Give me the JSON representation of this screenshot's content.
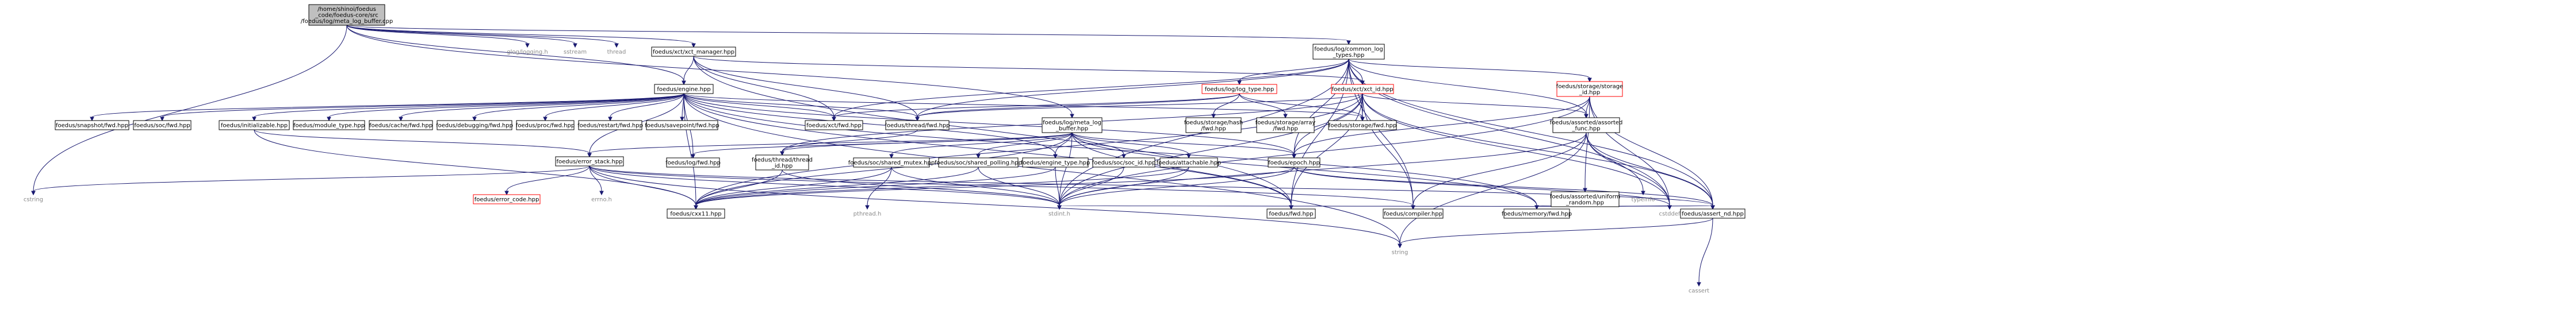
{
  "graph": {
    "nodes": [
      {
        "id": "root",
        "lines": [
          "/home/shinoi/foedus",
          "_code/foedus-core/src",
          "/foedus/log/meta_log_buffer.cpp"
        ],
        "style": "root"
      },
      {
        "id": "glog",
        "lines": [
          "glog/logging.h"
        ],
        "style": "plain"
      },
      {
        "id": "sstream",
        "lines": [
          "sstream"
        ],
        "style": "plain"
      },
      {
        "id": "thread",
        "lines": [
          "thread"
        ],
        "style": "plain"
      },
      {
        "id": "xct_manager",
        "lines": [
          "foedus/xct/xct_manager.hpp"
        ],
        "style": "normal"
      },
      {
        "id": "common_log_types",
        "lines": [
          "foedus/log/common_log",
          "_types.hpp"
        ],
        "style": "normal"
      },
      {
        "id": "engine",
        "lines": [
          "foedus/engine.hpp"
        ],
        "style": "normal"
      },
      {
        "id": "log_type",
        "lines": [
          "foedus/log/log_type.hpp"
        ],
        "style": "red"
      },
      {
        "id": "xct_id",
        "lines": [
          "foedus/xct/xct_id.hpp"
        ],
        "style": "red"
      },
      {
        "id": "storage_id",
        "lines": [
          "foedus/storage/storage",
          "_id.hpp"
        ],
        "style": "red"
      },
      {
        "id": "snapshot_fwd",
        "lines": [
          "foedus/snapshot/fwd.hpp"
        ],
        "style": "normal"
      },
      {
        "id": "soc_fwd",
        "lines": [
          "foedus/soc/fwd.hpp"
        ],
        "style": "normal"
      },
      {
        "id": "initializable",
        "lines": [
          "foedus/initializable.hpp"
        ],
        "style": "normal"
      },
      {
        "id": "module_type",
        "lines": [
          "foedus/module_type.hpp"
        ],
        "style": "normal"
      },
      {
        "id": "cache_fwd",
        "lines": [
          "foedus/cache/fwd.hpp"
        ],
        "style": "normal"
      },
      {
        "id": "debugging_fwd",
        "lines": [
          "foedus/debugging/fwd.hpp"
        ],
        "style": "normal"
      },
      {
        "id": "proc_fwd",
        "lines": [
          "foedus/proc/fwd.hpp"
        ],
        "style": "normal"
      },
      {
        "id": "restart_fwd",
        "lines": [
          "foedus/restart/fwd.hpp"
        ],
        "style": "normal"
      },
      {
        "id": "savepoint_fwd",
        "lines": [
          "foedus/savepoint/fwd.hpp"
        ],
        "style": "normal"
      },
      {
        "id": "xct_fwd",
        "lines": [
          "foedus/xct/fwd.hpp"
        ],
        "style": "normal"
      },
      {
        "id": "thread_fwd",
        "lines": [
          "foedus/thread/fwd.hpp"
        ],
        "style": "normal"
      },
      {
        "id": "meta_log_buffer",
        "lines": [
          "foedus/log/meta_log",
          "_buffer.hpp"
        ],
        "style": "normal"
      },
      {
        "id": "storage_hash_fwd",
        "lines": [
          "foedus/storage/hash",
          "/fwd.hpp"
        ],
        "style": "normal"
      },
      {
        "id": "storage_array_fwd",
        "lines": [
          "foedus/storage/array",
          "/fwd.hpp"
        ],
        "style": "normal"
      },
      {
        "id": "storage_fwd",
        "lines": [
          "foedus/storage/fwd.hpp"
        ],
        "style": "normal"
      },
      {
        "id": "assorted_func",
        "lines": [
          "foedus/assorted/assorted",
          "_func.hpp"
        ],
        "style": "normal"
      },
      {
        "id": "error_stack",
        "lines": [
          "foedus/error_stack.hpp"
        ],
        "style": "normal"
      },
      {
        "id": "log_fwd",
        "lines": [
          "foedus/log/fwd.hpp"
        ],
        "style": "normal"
      },
      {
        "id": "thread_id",
        "lines": [
          "foedus/thread/thread",
          "_id.hpp"
        ],
        "style": "normal"
      },
      {
        "id": "shared_mutex",
        "lines": [
          "foedus/soc/shared_mutex.hpp"
        ],
        "style": "normal"
      },
      {
        "id": "shared_polling",
        "lines": [
          "foedus/soc/shared_polling.hpp"
        ],
        "style": "normal"
      },
      {
        "id": "engine_type",
        "lines": [
          "foedus/engine_type.hpp"
        ],
        "style": "normal"
      },
      {
        "id": "soc_id",
        "lines": [
          "foedus/soc/soc_id.hpp"
        ],
        "style": "normal"
      },
      {
        "id": "attachable",
        "lines": [
          "foedus/attachable.hpp"
        ],
        "style": "normal"
      },
      {
        "id": "epoch",
        "lines": [
          "foedus/epoch.hpp"
        ],
        "style": "normal"
      },
      {
        "id": "uniform_random",
        "lines": [
          "foedus/assorted/uniform",
          "_random.hpp"
        ],
        "style": "normal"
      },
      {
        "id": "typeinfo",
        "lines": [
          "typeinfo"
        ],
        "style": "plain"
      },
      {
        "id": "cstring",
        "lines": [
          "cstring"
        ],
        "style": "plain"
      },
      {
        "id": "error_code",
        "lines": [
          "foedus/error_code.hpp"
        ],
        "style": "red"
      },
      {
        "id": "errno",
        "lines": [
          "errno.h"
        ],
        "style": "plain"
      },
      {
        "id": "cxx11",
        "lines": [
          "foedus/cxx11.hpp"
        ],
        "style": "normal"
      },
      {
        "id": "pthread",
        "lines": [
          "pthread.h"
        ],
        "style": "plain"
      },
      {
        "id": "stdint",
        "lines": [
          "stdint.h"
        ],
        "style": "plain"
      },
      {
        "id": "fwd",
        "lines": [
          "foedus/fwd.hpp"
        ],
        "style": "normal"
      },
      {
        "id": "compiler",
        "lines": [
          "foedus/compiler.hpp"
        ],
        "style": "normal"
      },
      {
        "id": "memory_fwd",
        "lines": [
          "foedus/memory/fwd.hpp"
        ],
        "style": "normal"
      },
      {
        "id": "cstddef",
        "lines": [
          "cstddef"
        ],
        "style": "plain"
      },
      {
        "id": "assert_nd",
        "lines": [
          "foedus/assert_nd.hpp"
        ],
        "style": "normal"
      },
      {
        "id": "string",
        "lines": [
          "string"
        ],
        "style": "plain"
      },
      {
        "id": "cassert",
        "lines": [
          "cassert"
        ],
        "style": "plain"
      }
    ],
    "edges": [
      [
        "root",
        "glog"
      ],
      [
        "root",
        "sstream"
      ],
      [
        "root",
        "thread"
      ],
      [
        "root",
        "xct_manager"
      ],
      [
        "root",
        "common_log_types"
      ],
      [
        "root",
        "engine"
      ],
      [
        "root",
        "meta_log_buffer"
      ],
      [
        "root",
        "cstring"
      ],
      [
        "xct_manager",
        "engine"
      ],
      [
        "xct_manager",
        "xct_fwd"
      ],
      [
        "xct_manager",
        "thread_fwd"
      ],
      [
        "xct_manager",
        "xct_id"
      ],
      [
        "xct_manager",
        "fwd"
      ],
      [
        "common_log_types",
        "log_type"
      ],
      [
        "common_log_types",
        "xct_id"
      ],
      [
        "common_log_types",
        "storage_id"
      ],
      [
        "common_log_types",
        "storage_fwd"
      ],
      [
        "common_log_types",
        "xct_fwd"
      ],
      [
        "common_log_types",
        "thread_fwd"
      ],
      [
        "common_log_types",
        "assorted_func"
      ],
      [
        "common_log_types",
        "epoch"
      ],
      [
        "common_log_types",
        "fwd"
      ],
      [
        "common_log_types",
        "compiler"
      ],
      [
        "common_log_types",
        "stdint"
      ],
      [
        "common_log_types",
        "cstddef"
      ],
      [
        "common_log_types",
        "assert_nd"
      ],
      [
        "engine",
        "snapshot_fwd"
      ],
      [
        "engine",
        "soc_fwd"
      ],
      [
        "engine",
        "initializable"
      ],
      [
        "engine",
        "module_type"
      ],
      [
        "engine",
        "cache_fwd"
      ],
      [
        "engine",
        "debugging_fwd"
      ],
      [
        "engine",
        "proc_fwd"
      ],
      [
        "engine",
        "restart_fwd"
      ],
      [
        "engine",
        "savepoint_fwd"
      ],
      [
        "engine",
        "xct_fwd"
      ],
      [
        "engine",
        "thread_fwd"
      ],
      [
        "engine",
        "log_fwd"
      ],
      [
        "engine",
        "error_stack"
      ],
      [
        "engine",
        "engine_type"
      ],
      [
        "engine",
        "epoch"
      ],
      [
        "engine",
        "cxx11"
      ],
      [
        "engine",
        "fwd"
      ],
      [
        "engine",
        "memory_fwd"
      ],
      [
        "engine",
        "storage_fwd"
      ],
      [
        "engine",
        "string"
      ],
      [
        "log_type",
        "storage_hash_fwd"
      ],
      [
        "log_type",
        "storage_array_fwd"
      ],
      [
        "log_type",
        "storage_fwd"
      ],
      [
        "log_type",
        "thread_fwd"
      ],
      [
        "log_type",
        "xct_fwd"
      ],
      [
        "xct_id",
        "assorted_func"
      ],
      [
        "xct_id",
        "storage_fwd"
      ],
      [
        "xct_id",
        "thread_fwd"
      ],
      [
        "xct_id",
        "thread_id"
      ],
      [
        "xct_id",
        "epoch"
      ],
      [
        "xct_id",
        "compiler"
      ],
      [
        "xct_id",
        "cxx11"
      ],
      [
        "xct_id",
        "stdint"
      ],
      [
        "xct_id",
        "cstddef"
      ],
      [
        "xct_id",
        "assert_nd"
      ],
      [
        "xct_id",
        "fwd"
      ],
      [
        "storage_id",
        "assorted_func"
      ],
      [
        "storage_id",
        "uniform_random"
      ],
      [
        "storage_id",
        "stdint"
      ],
      [
        "storage_id",
        "cstddef"
      ],
      [
        "storage_id",
        "assert_nd"
      ],
      [
        "storage_id",
        "epoch"
      ],
      [
        "initializable",
        "error_stack"
      ],
      [
        "initializable",
        "cxx11"
      ],
      [
        "thread_fwd",
        "thread_id"
      ],
      [
        "meta_log_buffer",
        "error_stack"
      ],
      [
        "meta_log_buffer",
        "log_fwd"
      ],
      [
        "meta_log_buffer",
        "shared_mutex"
      ],
      [
        "meta_log_buffer",
        "shared_polling"
      ],
      [
        "meta_log_buffer",
        "attachable"
      ],
      [
        "meta_log_buffer",
        "epoch"
      ],
      [
        "meta_log_buffer",
        "soc_id"
      ],
      [
        "meta_log_buffer",
        "cxx11"
      ],
      [
        "meta_log_buffer",
        "stdint"
      ],
      [
        "meta_log_buffer",
        "fwd"
      ],
      [
        "meta_log_buffer",
        "memory_fwd"
      ],
      [
        "meta_log_buffer",
        "engine_type"
      ],
      [
        "meta_log_buffer",
        "thread_id"
      ],
      [
        "assorted_func",
        "typeinfo"
      ],
      [
        "assorted_func",
        "cstddef"
      ],
      [
        "assorted_func",
        "stdint"
      ],
      [
        "assorted_func",
        "compiler"
      ],
      [
        "assorted_func",
        "assert_nd"
      ],
      [
        "assorted_func",
        "string"
      ],
      [
        "error_stack",
        "cstring"
      ],
      [
        "error_stack",
        "error_code"
      ],
      [
        "error_stack",
        "errno"
      ],
      [
        "error_stack",
        "cxx11"
      ],
      [
        "error_stack",
        "stdint"
      ],
      [
        "error_stack",
        "compiler"
      ],
      [
        "error_stack",
        "assert_nd"
      ],
      [
        "error_stack",
        "string"
      ],
      [
        "thread_id",
        "cxx11"
      ],
      [
        "thread_id",
        "stdint"
      ],
      [
        "shared_mutex",
        "pthread"
      ],
      [
        "shared_mutex",
        "cxx11"
      ],
      [
        "shared_mutex",
        "stdint"
      ],
      [
        "shared_polling",
        "cxx11"
      ],
      [
        "shared_polling",
        "stdint"
      ],
      [
        "engine_type",
        "cxx11"
      ],
      [
        "engine_type",
        "stdint"
      ],
      [
        "soc_id",
        "stdint"
      ],
      [
        "attachable",
        "cxx11"
      ],
      [
        "attachable",
        "stdint"
      ],
      [
        "epoch",
        "stdint"
      ],
      [
        "epoch",
        "cstddef"
      ],
      [
        "epoch",
        "assert_nd"
      ],
      [
        "epoch",
        "cxx11"
      ],
      [
        "uniform_random",
        "cstddef"
      ],
      [
        "uniform_random",
        "stdint"
      ],
      [
        "uniform_random",
        "memory_fwd"
      ],
      [
        "uniform_random",
        "assert_nd"
      ],
      [
        "assert_nd",
        "string"
      ],
      [
        "assert_nd",
        "cassert"
      ]
    ]
  }
}
